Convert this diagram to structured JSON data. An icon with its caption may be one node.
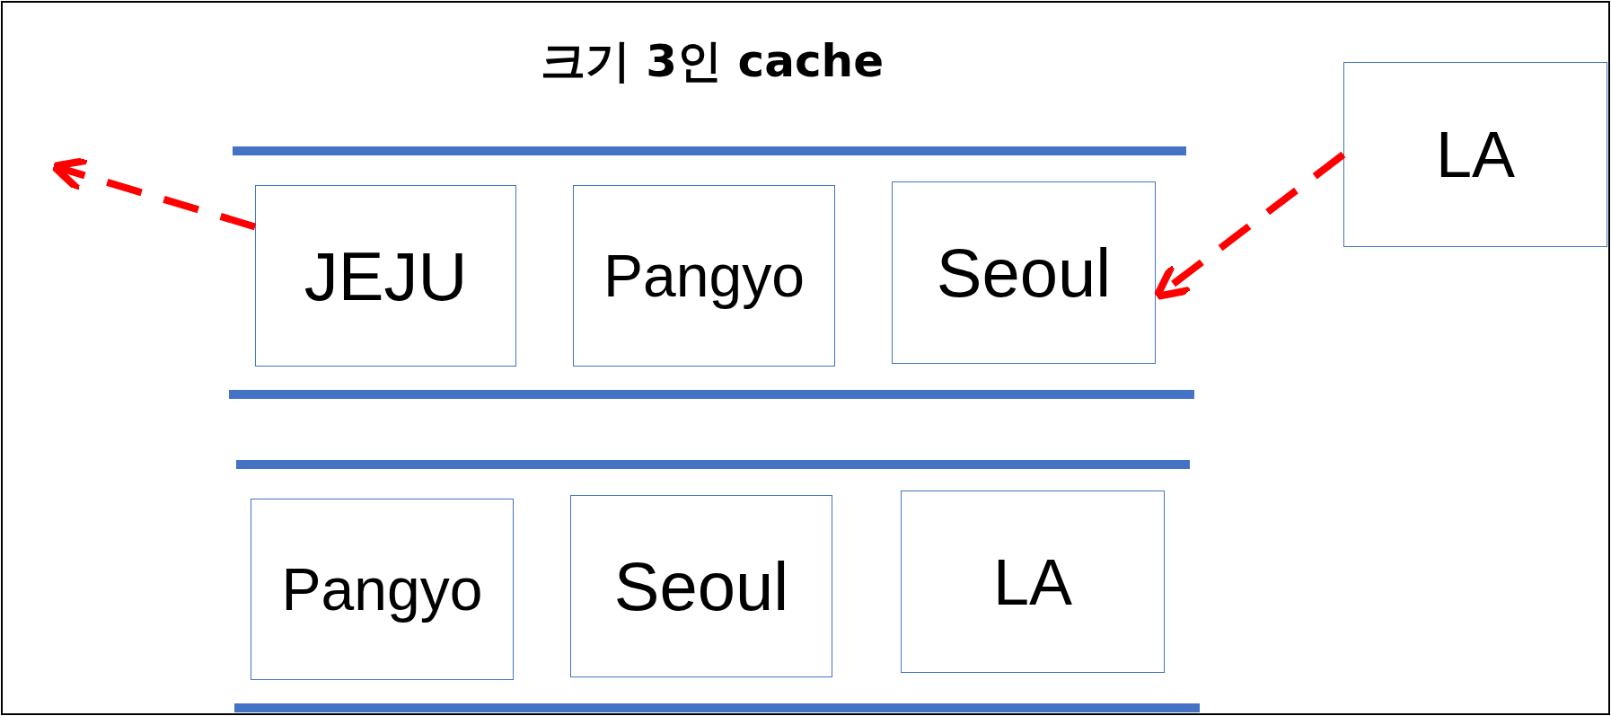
{
  "diagram": {
    "title": "크기 3인 cache",
    "nodes": [
      {
        "text": [
          "LA"
        ]
      },
      {
        "text": [
          "JEJU"
        ]
      },
      {
        "text": [
          "Pangyo"
        ]
      },
      {
        "text": [
          "Seoul"
        ]
      },
      {
        "text": [
          "Pangyo"
        ]
      },
      {
        "text": [
          "Seoul"
        ]
      },
      {
        "text": [
          "LA"
        ]
      }
    ],
    "edges": [
      {
        "from": 0,
        "to": 3,
        "arrow": "to",
        "style": "dashed"
      },
      {
        "from": 1,
        "to": null,
        "arrow": "to",
        "style": "dashed"
      }
    ]
  }
}
